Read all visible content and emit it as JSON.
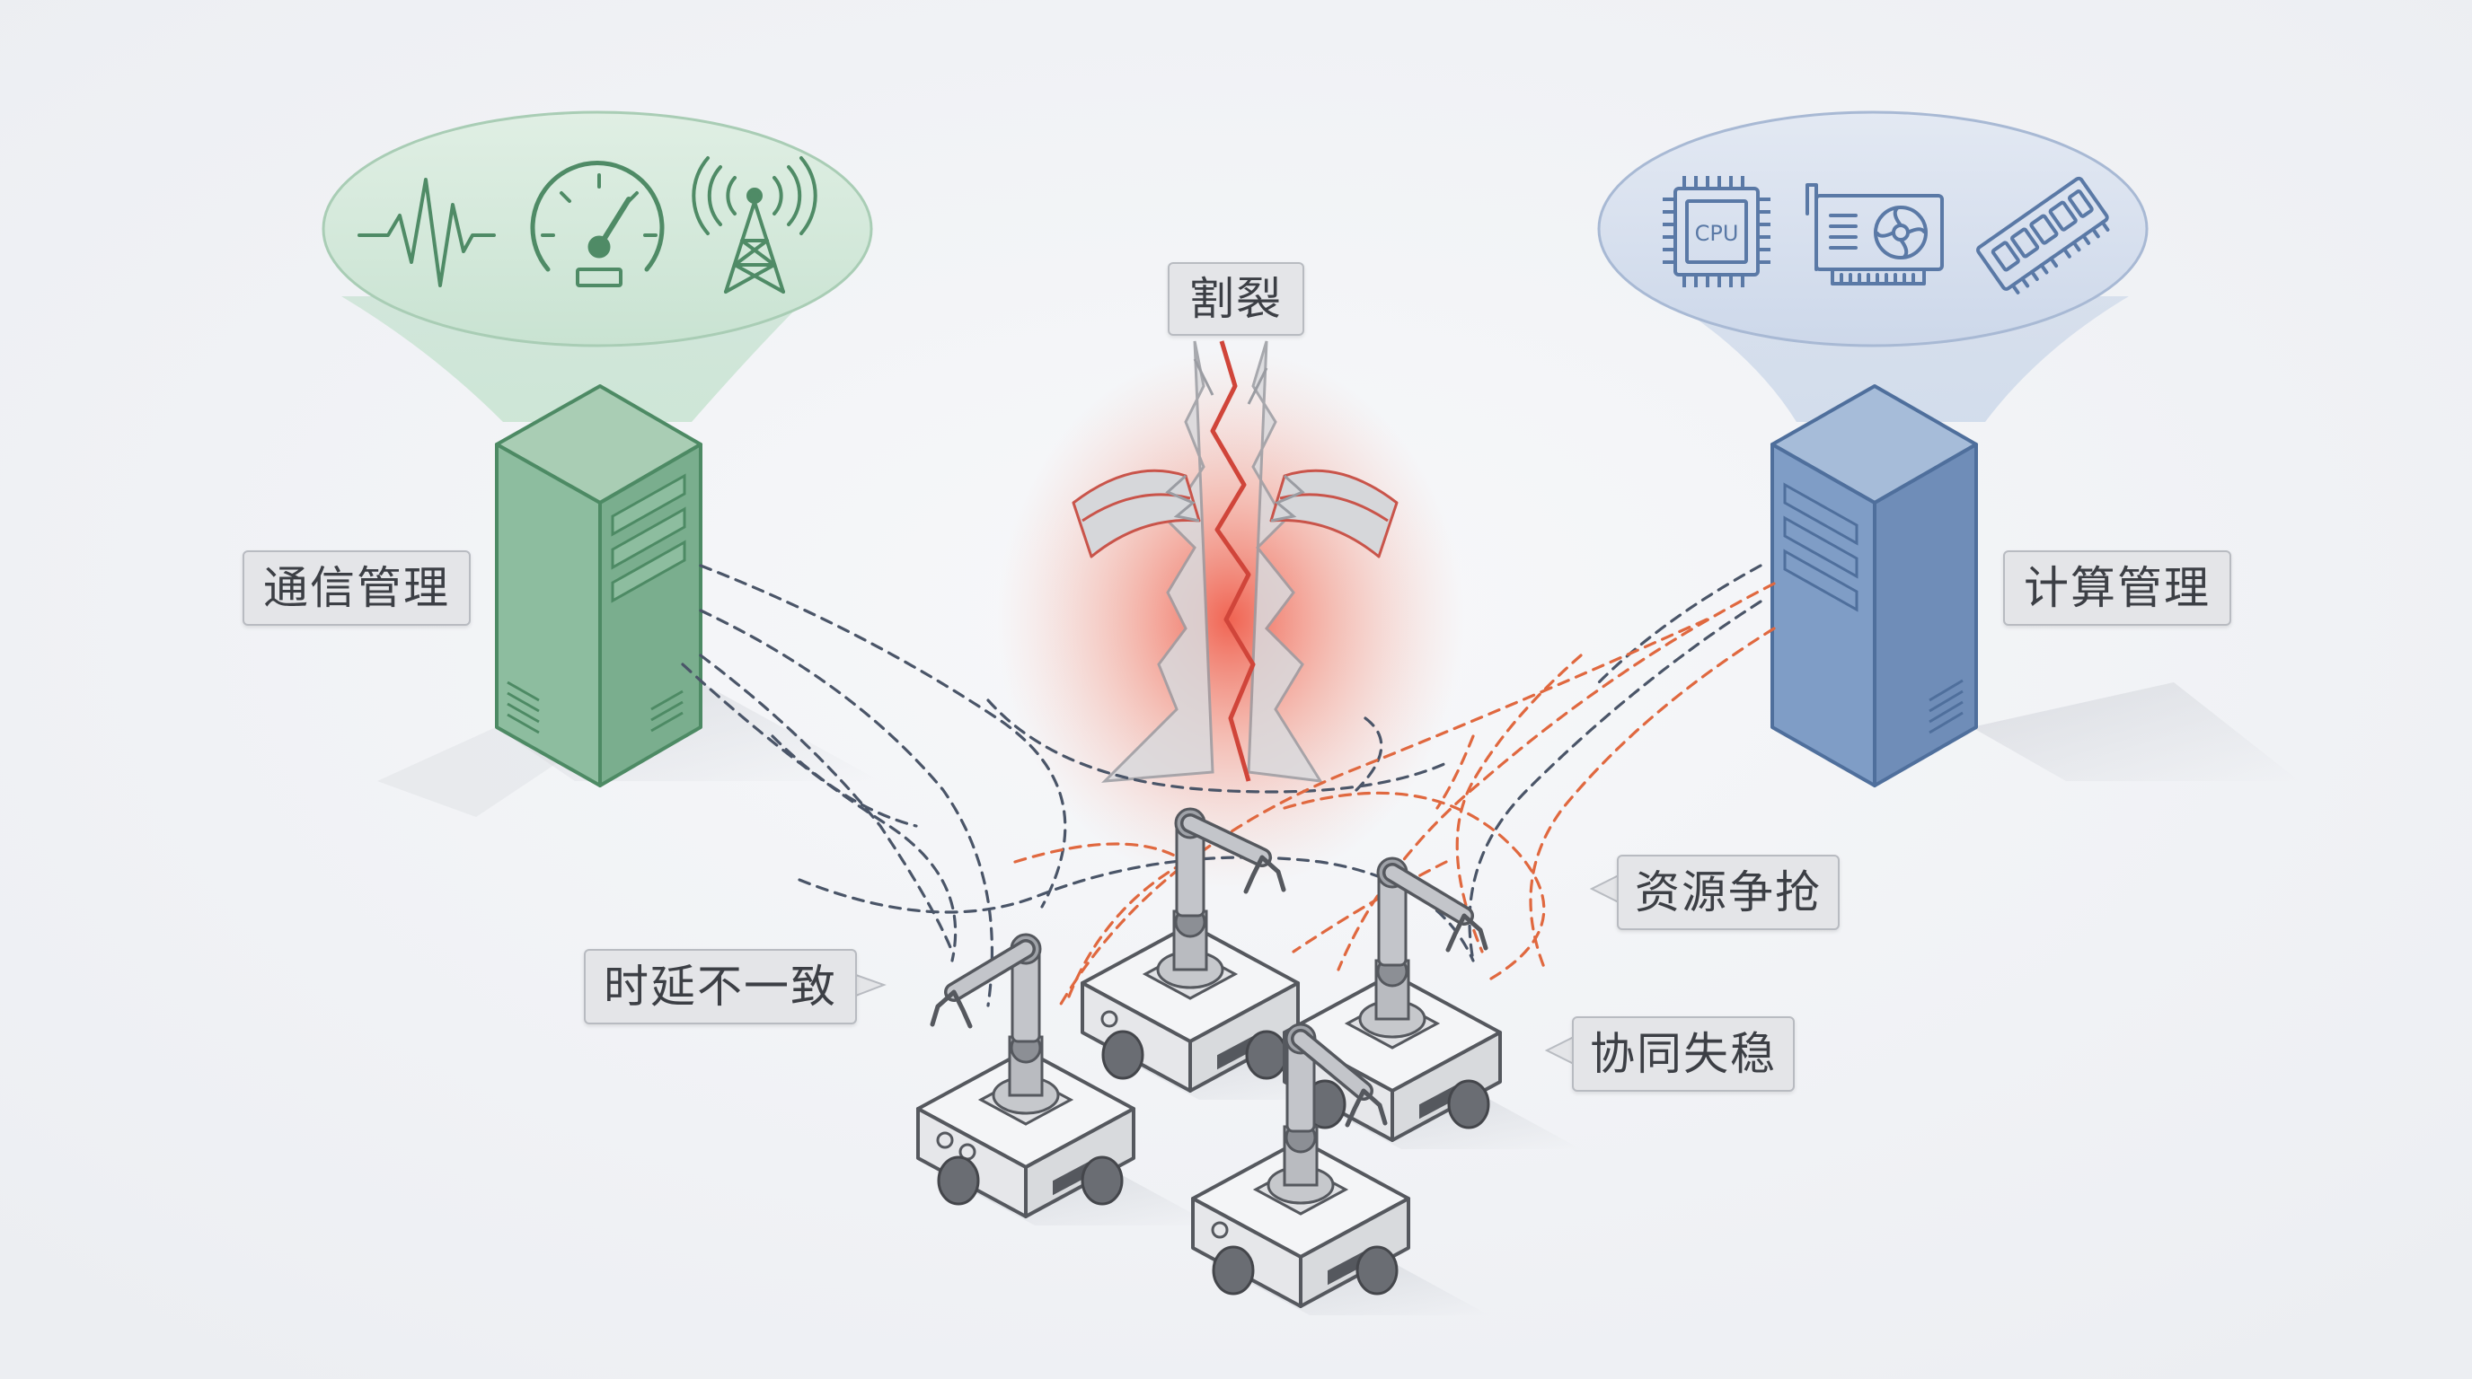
{
  "labels": {
    "comm_mgmt": "通信管理",
    "compute_mgmt": "计算管理",
    "split": "割裂",
    "resource_contention": "资源争抢",
    "latency_inconsistency": "时延不一致",
    "coordination_instability": "协同失稳"
  },
  "chips": {
    "cpu": "CPU"
  },
  "icons": {
    "comm_cloud": [
      "waveform-icon",
      "gauge-icon",
      "radio-tower-icon"
    ],
    "compute_cloud": [
      "cpu-chip-icon",
      "gpu-card-icon",
      "memory-module-icon"
    ]
  },
  "colors": {
    "background": "#f1f2f5",
    "comm_green": "#8dbd9f",
    "comm_green_dark": "#4d8a64",
    "compute_blue": "#7f9dc6",
    "compute_blue_dark": "#4f6f9c",
    "crack_red": "#ee5a44",
    "comm_dashes": "#4a5568",
    "compute_dashes": "#e0683f",
    "label_bg": "#e4e5e8"
  }
}
